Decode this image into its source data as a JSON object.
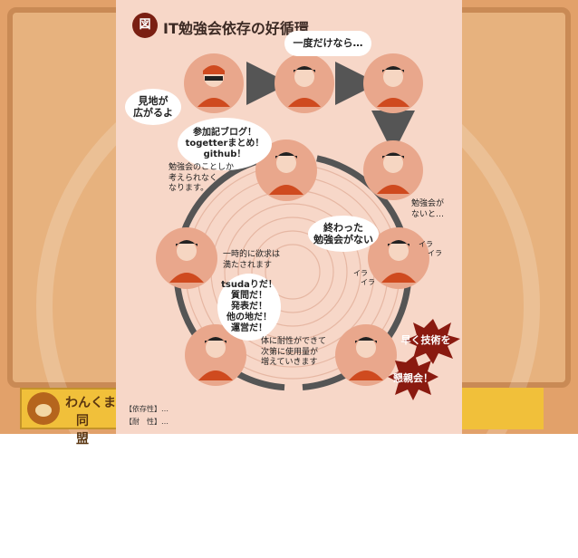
{
  "banner": {
    "line1": "わんくま",
    "line2": "同 盟"
  },
  "figure": {
    "mark": "図",
    "title": "IT勉強会依存の好循環"
  },
  "speech": {
    "view_widen": "見地が\n広がるよ",
    "try_once": "一度だけなら…",
    "posts": "参加記ブログ！\ntogetterまとめ！\ngithub！",
    "ended": "終わった\n勉強会がない",
    "roles": "tsudaりだ！\n質問だ！\n発表だ！\n他の地だ！\n運営だ！"
  },
  "notes": {
    "only_study": "勉強会のことしか\n考えられなく\nなります。",
    "no_study": "勉強会が\nないと…",
    "satisfied": "一時的に欲求は\n満たされます",
    "tolerance": "体に耐性ができて\n次第に使用量が\n増えていきます"
  },
  "irritation": {
    "a": "イラ",
    "b": "イラ",
    "c": "イラ",
    "d": "イラ"
  },
  "bursts": {
    "tech": "早く技術を",
    "social": "懇親会！"
  },
  "footer": {
    "dependency": "【依存性】…",
    "tolerance": "【耐　性】…"
  },
  "colors": {
    "page": "#f7d7c8",
    "circle": "#e9a78c",
    "shirt": "#cf4a1f",
    "arrow": "#555555",
    "burst": "#8a1a10"
  }
}
